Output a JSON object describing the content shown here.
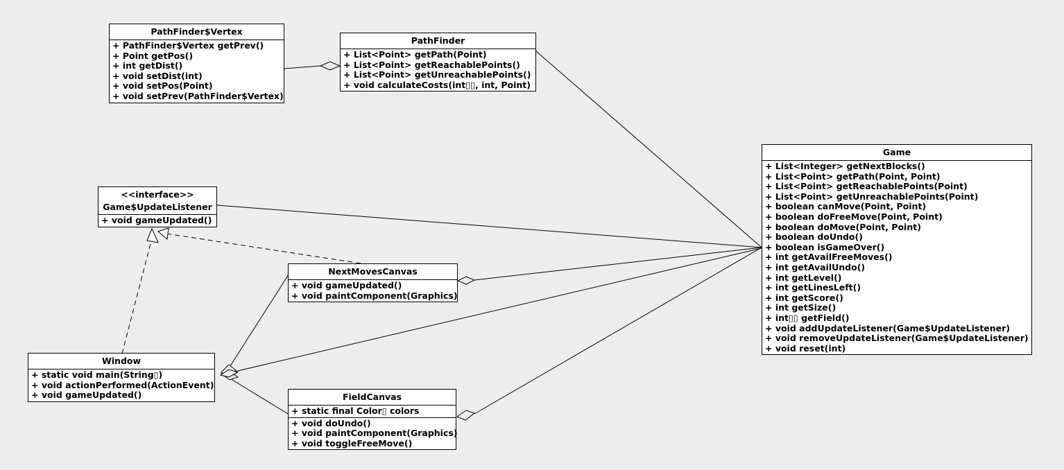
{
  "diagram": {
    "type": "uml-class-diagram",
    "background_color": "#ededed",
    "box_fill": "#ffffff",
    "line_color": "#000000"
  },
  "classes": {
    "pathfinder_vertex": {
      "name": "PathFinder$Vertex",
      "members": [
        "+ PathFinder$Vertex getPrev()",
        "+ Point getPos()",
        "+ int getDist()",
        "+ void setDist(int)",
        "+ void setPos(Point)",
        "+ void setPrev(PathFinder$Vertex)"
      ]
    },
    "pathfinder": {
      "name": "PathFinder",
      "members": [
        "+ List<Point> getPath(Point)",
        "+ List<Point> getReachablePoints()",
        "+ List<Point> getUnreachablePoints()",
        "+ void calculateCosts(int▯▯, int, Point)"
      ]
    },
    "game_update_listener": {
      "stereotype": "<<interface>>",
      "name": "Game$UpdateListener",
      "members": [
        "+ void gameUpdated()"
      ]
    },
    "next_moves_canvas": {
      "name": "NextMovesCanvas",
      "members": [
        "+ void gameUpdated()",
        "+ void paintComponent(Graphics)"
      ]
    },
    "window": {
      "name": "Window",
      "members": [
        "+ static void main(String▯)",
        "+ void actionPerformed(ActionEvent)",
        "+ void gameUpdated()"
      ]
    },
    "field_canvas": {
      "name": "FieldCanvas",
      "attributes": [
        "+ static final Color▯ colors"
      ],
      "members": [
        "+ void doUndo()",
        "+ void paintComponent(Graphics)",
        "+ void toggleFreeMove()"
      ]
    },
    "game": {
      "name": "Game",
      "members": [
        "+ List<Integer> getNextBlocks()",
        "+ List<Point> getPath(Point, Point)",
        "+ List<Point> getReachablePoints(Point)",
        "+ List<Point> getUnreachablePoints(Point)",
        "+ boolean canMove(Point, Point)",
        "+ boolean doFreeMove(Point, Point)",
        "+ boolean doMove(Point, Point)",
        "+ boolean doUndo()",
        "+ boolean isGameOver()",
        "+ int getAvailFreeMoves()",
        "+ int getAvailUndo()",
        "+ int getLevel()",
        "+ int getLinesLeft()",
        "+ int getScore()",
        "+ int getSize()",
        "+ int▯▯ getField()",
        "+ void addUpdateListener(Game$UpdateListener)",
        "+ void removeUpdateListener(Game$UpdateListener)",
        "+ void reset(int)"
      ]
    }
  },
  "relationships": [
    {
      "name": "pathfinder-aggregates-vertex",
      "kind": "aggregation",
      "from": "pathfinder",
      "to": "pathfinder_vertex"
    },
    {
      "name": "pathfinder-uses-game",
      "kind": "association",
      "from": "pathfinder",
      "to": "game"
    },
    {
      "name": "listener-association-game",
      "kind": "association",
      "from": "game_update_listener",
      "to": "game"
    },
    {
      "name": "window-realizes-listener",
      "kind": "realization",
      "from": "window",
      "to": "game_update_listener"
    },
    {
      "name": "nextmovescanvas-realizes-listener",
      "kind": "realization",
      "from": "next_moves_canvas",
      "to": "game_update_listener"
    },
    {
      "name": "window-aggregates-nextmovescanvas",
      "kind": "aggregation",
      "from": "window",
      "to": "next_moves_canvas"
    },
    {
      "name": "window-aggregates-fieldcanvas",
      "kind": "aggregation",
      "from": "window",
      "to": "field_canvas"
    },
    {
      "name": "nextmovescanvas-aggregates-game",
      "kind": "aggregation",
      "from": "next_moves_canvas",
      "to": "game"
    },
    {
      "name": "fieldcanvas-aggregates-game",
      "kind": "aggregation",
      "from": "field_canvas",
      "to": "game"
    },
    {
      "name": "window-aggregates-game",
      "kind": "aggregation",
      "from": "window",
      "to": "game"
    }
  ]
}
